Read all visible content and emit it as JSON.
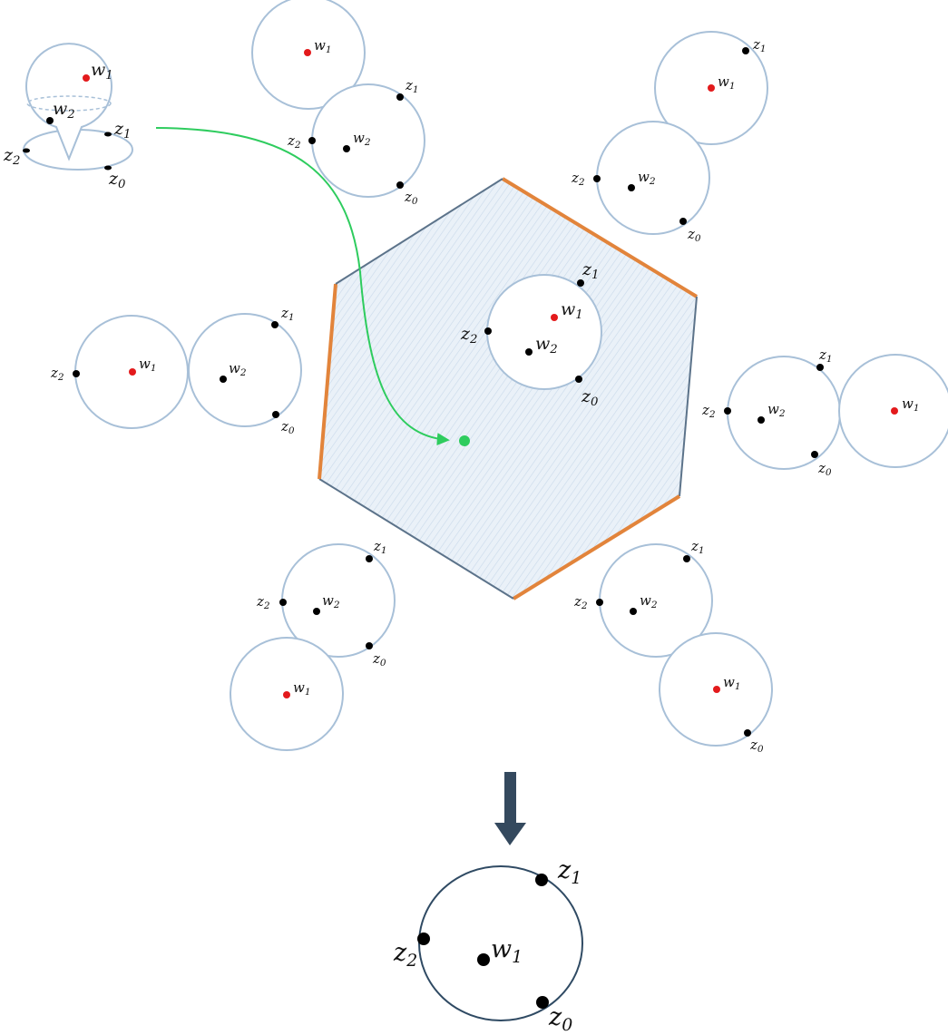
{
  "colors": {
    "circle": "#a8c0d8",
    "circle_bottom": "#2f4a63",
    "hex_fill": "#dde9f4",
    "hex_plain_edge": "#5c738a",
    "hex_glued_edge": "#e2843b",
    "arrow_green": "#2ecc5e",
    "point_red": "#e31a1c",
    "point_black": "#000000",
    "down_arrow": "#34495e"
  },
  "labels": {
    "w": "w",
    "z": "z",
    "i0": "0",
    "i1": "1",
    "i2": "2"
  },
  "icons": {
    "transition": "down-arrow-icon",
    "map": "green-curved-arrow-icon"
  }
}
